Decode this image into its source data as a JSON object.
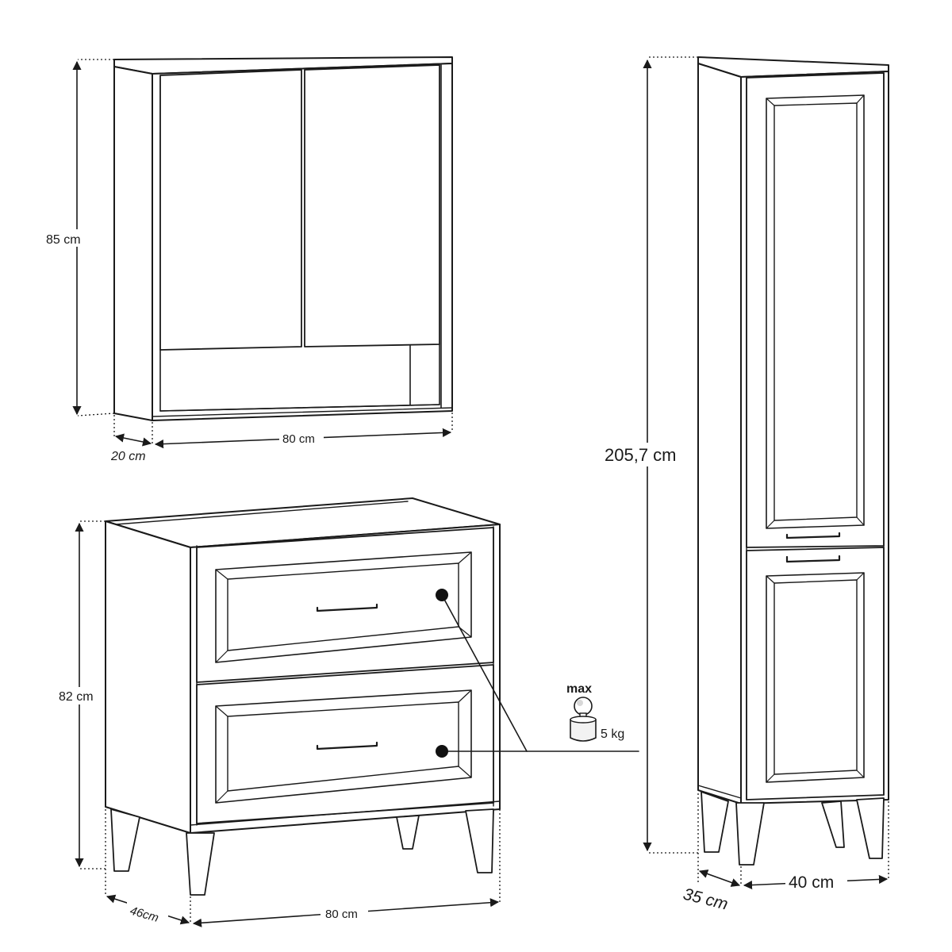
{
  "wall_cabinet": {
    "height_label": "85 cm",
    "width_label": "80 cm",
    "depth_label": "20 cm"
  },
  "chest_of_drawers": {
    "height_label": "82 cm",
    "width_label": "80 cm",
    "depth_label": "46cm"
  },
  "load_info": {
    "max_label": "max",
    "weight_label": "5 kg"
  },
  "tall_cabinet": {
    "height_label": "205,7 cm",
    "width_label": "40 cm",
    "depth_label": "35 cm"
  }
}
